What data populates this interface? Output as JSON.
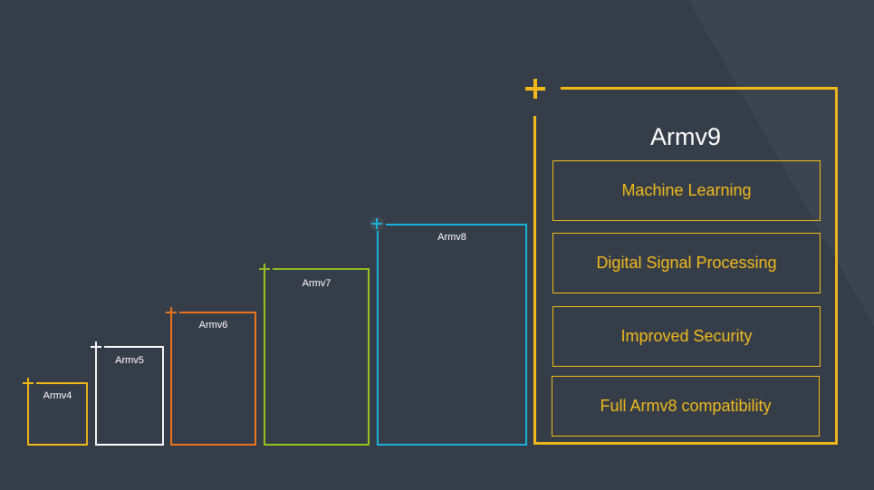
{
  "colors": {
    "background": "#353e48",
    "armv4": "#f0b81a",
    "armv5": "#ffffff",
    "armv6": "#e8731e",
    "armv7": "#95c11f",
    "armv8": "#19b1d9",
    "armv9": "#f0b81a"
  },
  "versions": [
    {
      "label": "Armv4",
      "color": "#f0b81a",
      "icon": "plus-icon"
    },
    {
      "label": "Armv5",
      "color": "#ffffff",
      "icon": "plus-icon"
    },
    {
      "label": "Armv6",
      "color": "#e8731e",
      "icon": "plus-icon"
    },
    {
      "label": "Armv7",
      "color": "#95c11f",
      "icon": "plus-icon"
    },
    {
      "label": "Armv8",
      "color": "#19b1d9",
      "icon": "plus-icon"
    }
  ],
  "armv9": {
    "title": "Armv9",
    "icon": "plus-icon",
    "features": [
      "Machine Learning",
      "Digital Signal Processing",
      "Improved Security",
      "Full Armv8 compatibility"
    ]
  }
}
